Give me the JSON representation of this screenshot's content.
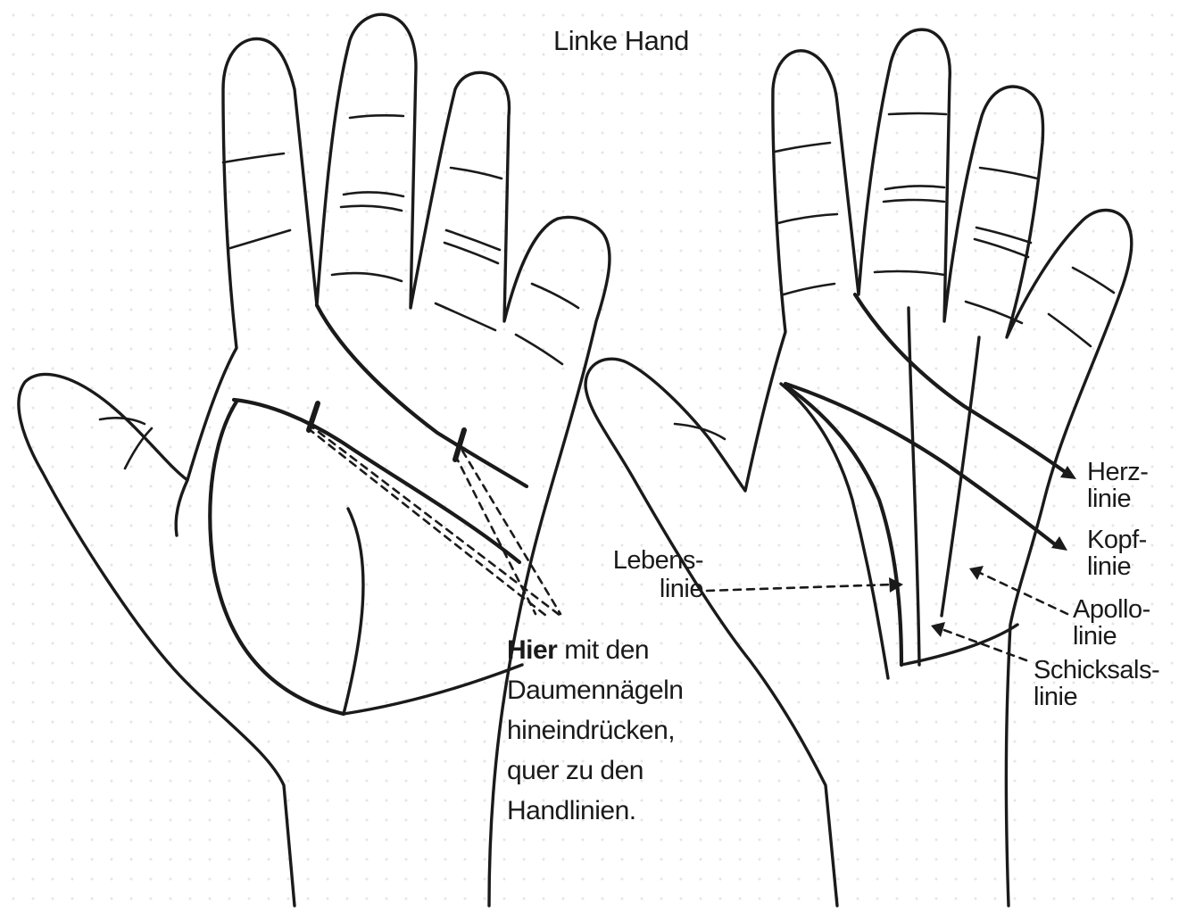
{
  "title": "Linke Hand",
  "labels": {
    "herz": [
      "Herz-",
      "linie"
    ],
    "kopf": [
      "Kopf-",
      "linie"
    ],
    "apollo": [
      "Apollo-",
      "linie"
    ],
    "schicksal": [
      "Schicksals-",
      "linie"
    ],
    "lebens": [
      "Lebens-",
      "linie"
    ]
  },
  "instruction": {
    "bold": "Hier",
    "line1_rest": " mit den",
    "line2": "Daumennägeln",
    "line3": "hineindrücken,",
    "line4": "quer zu den",
    "line5": "Handlinien."
  },
  "colors": {
    "ink": "#1a1a1a",
    "background": "#ffffff",
    "dot_pattern": "#e6e6e6"
  }
}
